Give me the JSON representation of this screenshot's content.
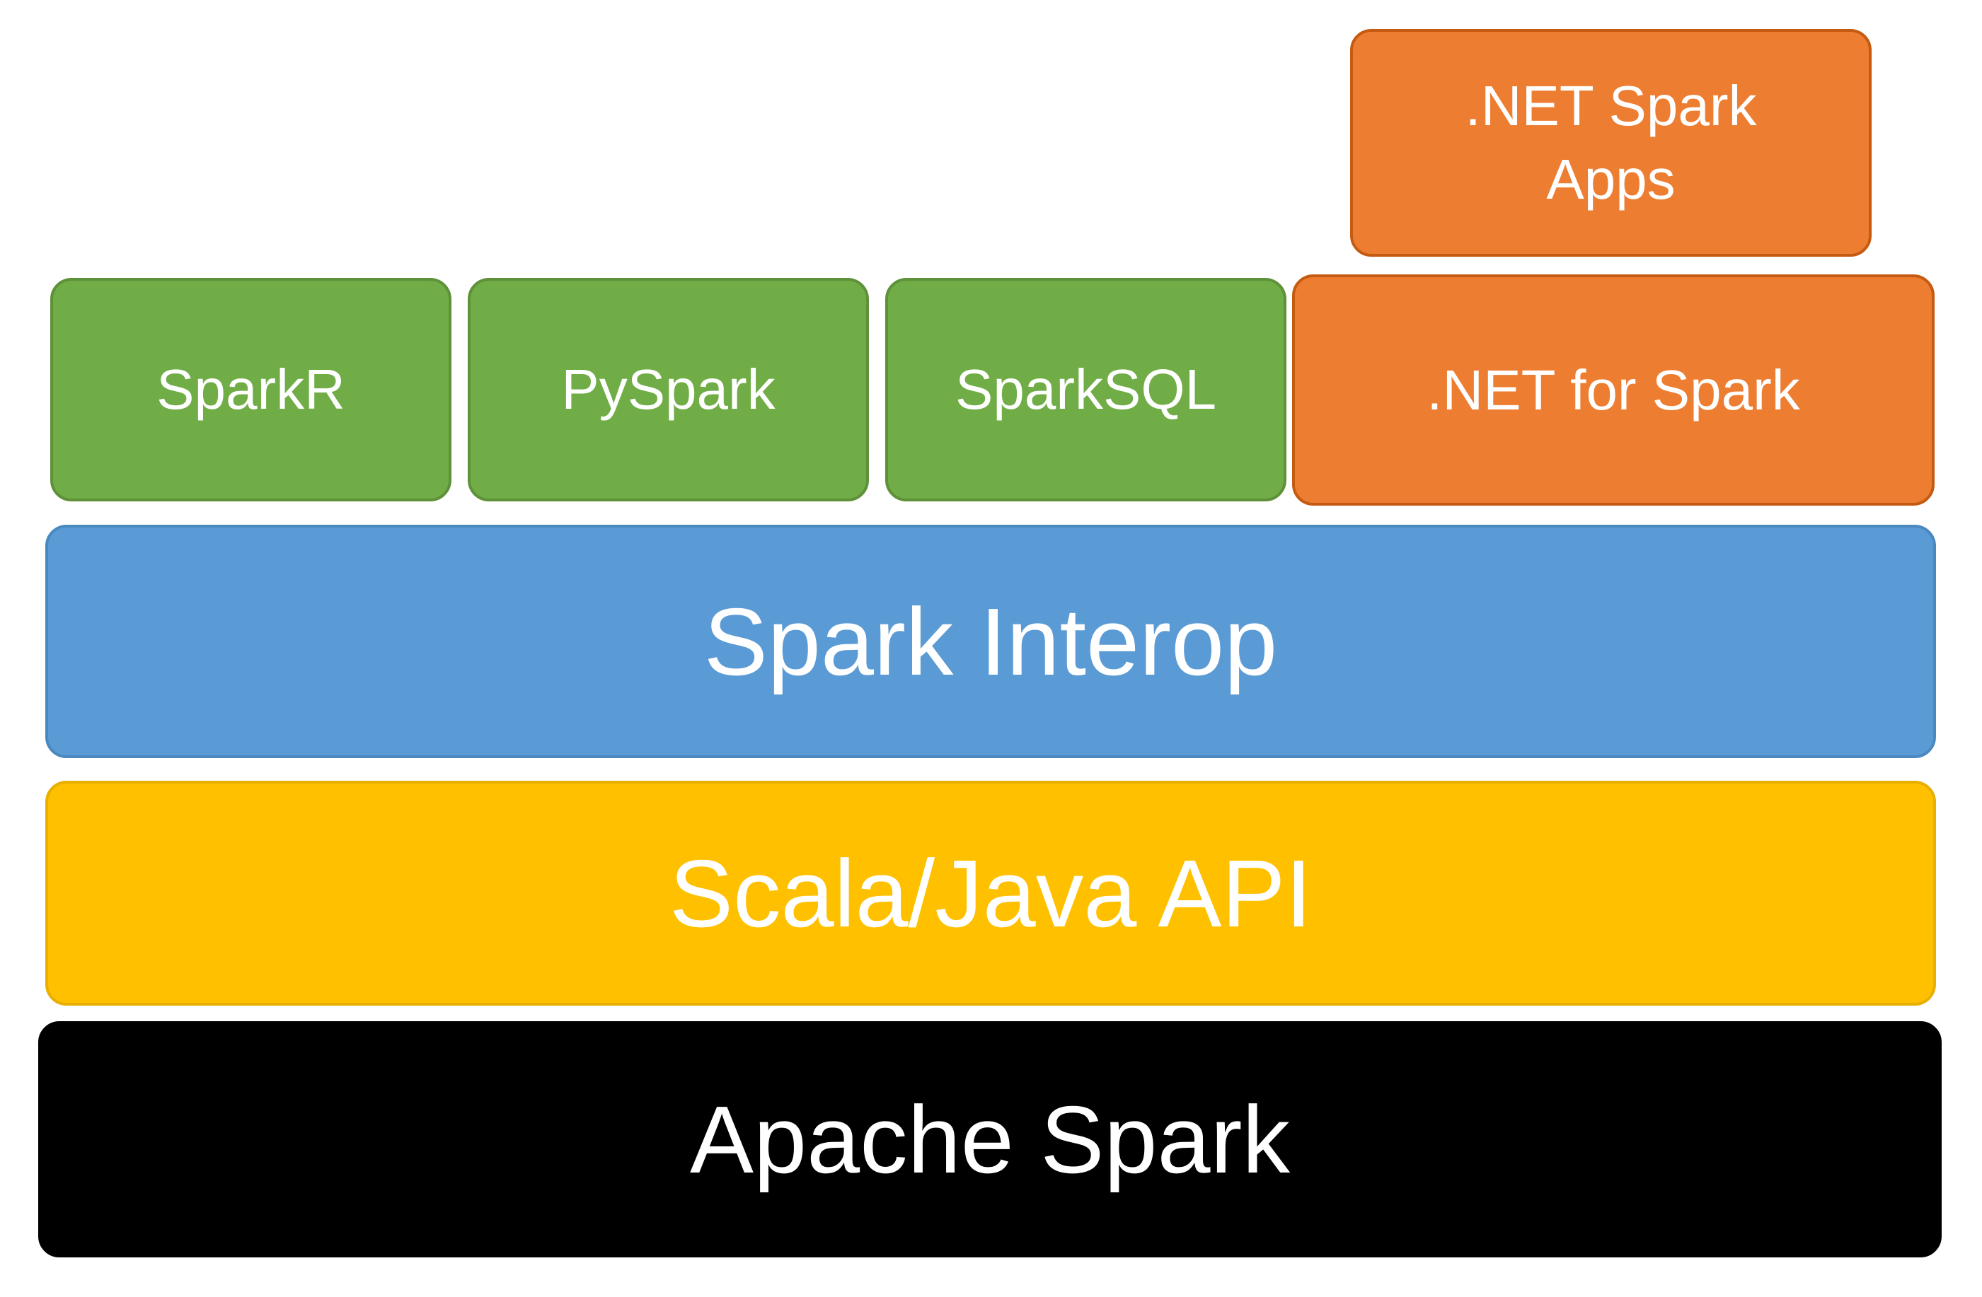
{
  "colors": {
    "green": "#70AD47",
    "green_border": "#5E9139",
    "orange": "#ED7D31",
    "orange_border": "#C55A11",
    "blue": "#5B9BD5",
    "blue_border": "#4A88C0",
    "yellow": "#FFC000",
    "yellow_border": "#E8AF00",
    "black": "#000000",
    "black_border": "#000000",
    "text": "#FFFFFF"
  },
  "diagram": {
    "top_box": {
      "label": ".NET Spark Apps"
    },
    "language_bindings": [
      {
        "label": "SparkR"
      },
      {
        "label": "PySpark"
      },
      {
        "label": "SparkSQL"
      },
      {
        "label": ".NET for Spark"
      }
    ],
    "layers": [
      {
        "label": "Spark Interop"
      },
      {
        "label": "Scala/Java API"
      },
      {
        "label": "Apache Spark"
      }
    ]
  }
}
